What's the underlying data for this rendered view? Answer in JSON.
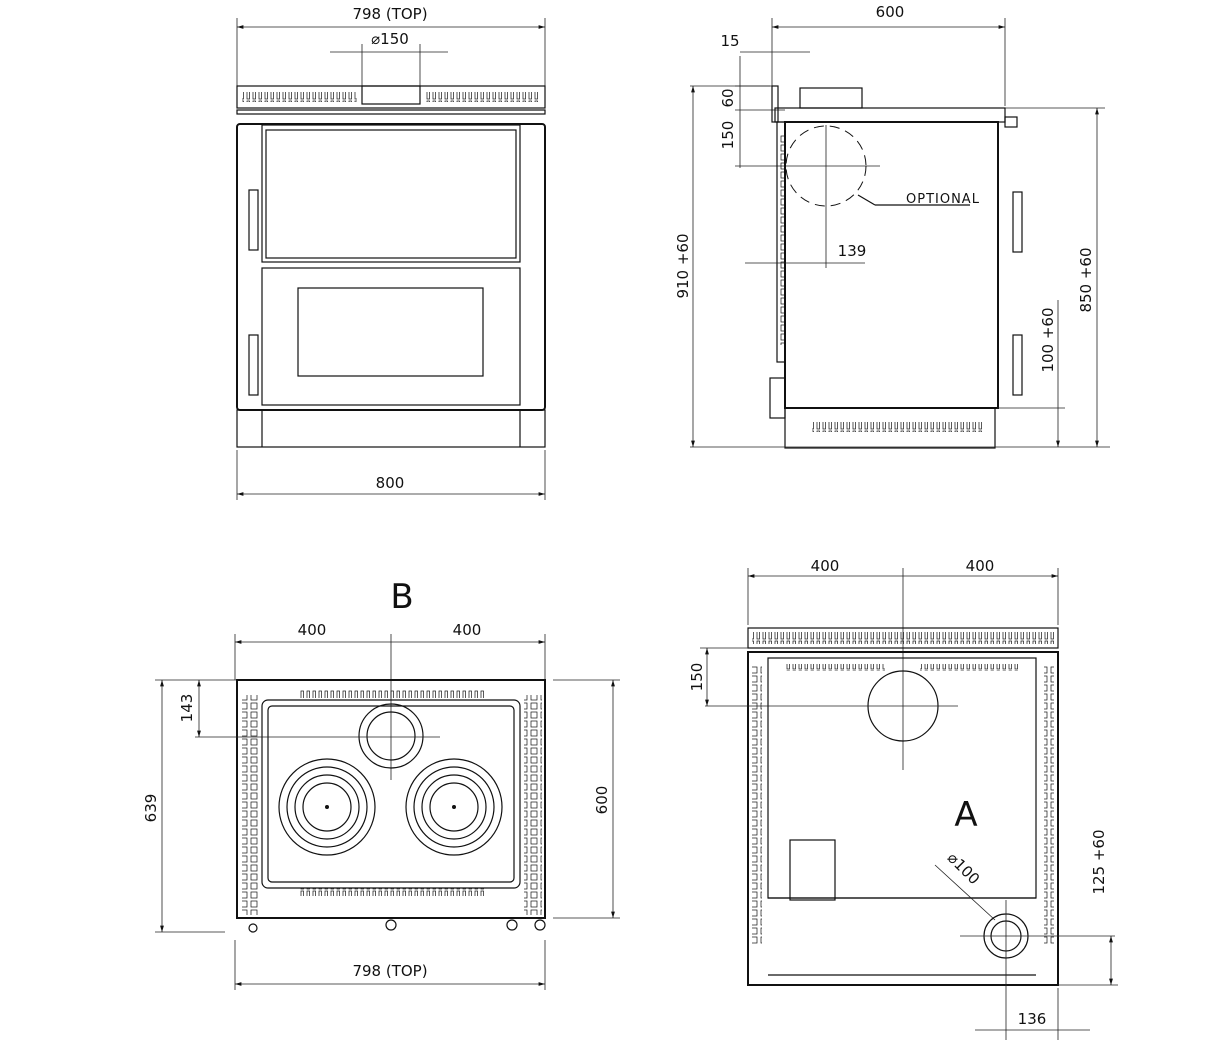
{
  "front_view": {
    "top_width": "798 (TOP)",
    "flue_diameter": "⌀150",
    "base_width": "800"
  },
  "side_view": {
    "depth": "600",
    "offset_15": "15",
    "offset_60": "60",
    "flue_height_150": "150",
    "total_height": "910 +60",
    "flue_offset": "139",
    "optional_label": "OPTIONAL",
    "height_850": "850 +60",
    "height_100": "100 +60"
  },
  "top_view_b": {
    "label": "B",
    "left_half": "400",
    "right_half": "400",
    "flue_depth": "143",
    "total_depth": "639",
    "body_depth": "600",
    "top_width": "798 (TOP)"
  },
  "rear_view_a": {
    "label": "A",
    "left_half": "400",
    "right_half": "400",
    "flue_top": "150",
    "small_flue_diameter": "⌀100",
    "small_flue_height": "125 +60",
    "small_flue_offset": "136"
  }
}
